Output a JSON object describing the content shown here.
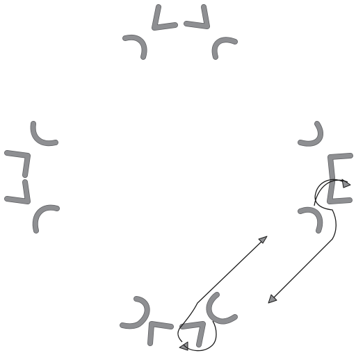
{
  "diagram": {
    "node_groups": [
      {
        "id": "top",
        "glyphs": [
          "left-cup",
          "left-angle",
          "right-angle",
          "right-cup"
        ]
      },
      {
        "id": "left",
        "glyphs": [
          "upper-cup",
          "upper-angle",
          "lower-angle",
          "lower-cup"
        ]
      },
      {
        "id": "right",
        "glyphs": [
          "upper-cup",
          "upper-angle",
          "lower-angle",
          "lower-cup"
        ]
      },
      {
        "id": "bottom",
        "glyphs": [
          "left-cup",
          "left-angle",
          "right-angle",
          "right-cup"
        ]
      }
    ],
    "connectors": [
      {
        "from": "bottom",
        "to": "right",
        "direction": "forward"
      },
      {
        "from": "right",
        "to": "bottom",
        "direction": "return"
      }
    ],
    "colors": {
      "glyph": "#8e8f92",
      "glyph_outline": "#5d5e61",
      "line": "#1a1a1a"
    }
  }
}
